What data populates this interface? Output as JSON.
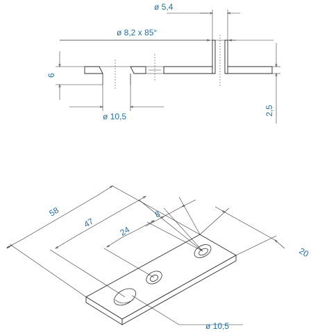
{
  "drawing": {
    "section_view": {
      "label_thread_diameter": "ø 5,4",
      "label_countersink": "ø 8,2 x 85°",
      "label_thickness": "6",
      "label_step": "2,5",
      "label_bore": "ø 10,5"
    },
    "iso_view": {
      "label_length": "58",
      "label_hole_spacing_outer": "47",
      "label_hole_spacing_inner": "24",
      "label_edge_offset": "8",
      "label_width": "20",
      "label_big_hole": "ø 10,5"
    }
  },
  "colors": {
    "dimension_text": "#1f6fa8",
    "lines": "#2b2b2b"
  }
}
